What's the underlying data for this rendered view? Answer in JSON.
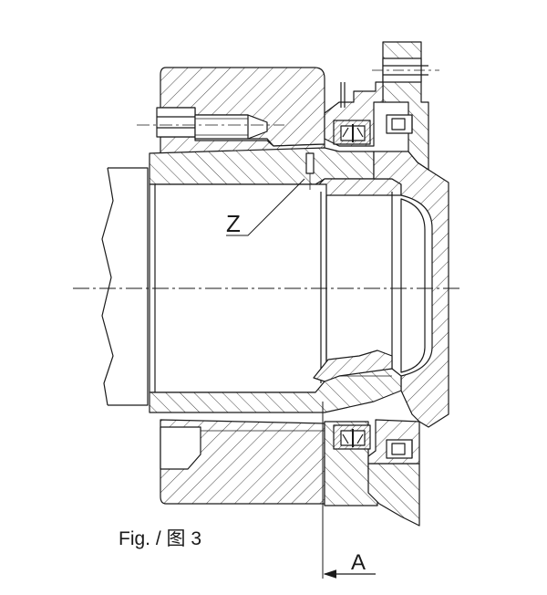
{
  "figure": {
    "caption": "Fig. / 图 3",
    "labels": {
      "z": "Z",
      "a": "A"
    }
  },
  "colors": {
    "line": "#1a1a1a",
    "hatch": "#333333",
    "background": "#ffffff"
  }
}
